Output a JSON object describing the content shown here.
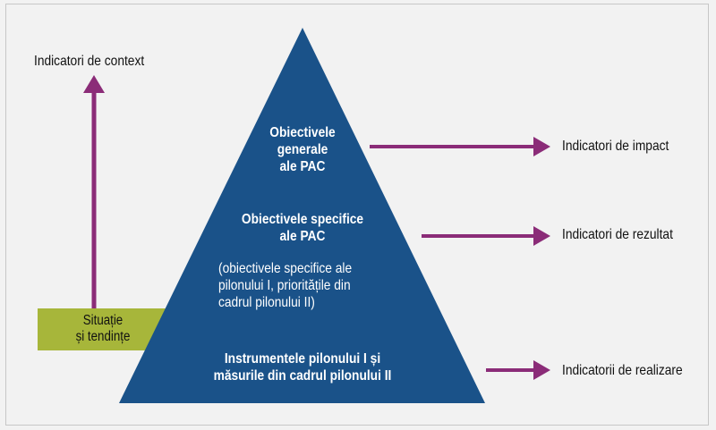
{
  "pyramid": {
    "level1": "Obiectivele\ngenerale\nale PAC",
    "level2_title": "Obiectivele specifice\nale PAC",
    "level2_note": "(obiectivele specifice ale\npilonului I,  prioritățile din\ncadrul pilonului II)",
    "level3": "Instrumentele pilonului I și\nmăsurile din cadrul pilonului II"
  },
  "context": {
    "label": "Indicatori de context",
    "source_label": "Situație\nși tendințe"
  },
  "indicators": {
    "impact": "Indicatori de impact",
    "result": "Indicatori de rezultat",
    "output": "Indicatorii de realizare"
  },
  "colors": {
    "pyramid": "#1a5289",
    "arrow": "#8b2c78",
    "green": "#a7b63a",
    "background": "#f2f2f2"
  }
}
